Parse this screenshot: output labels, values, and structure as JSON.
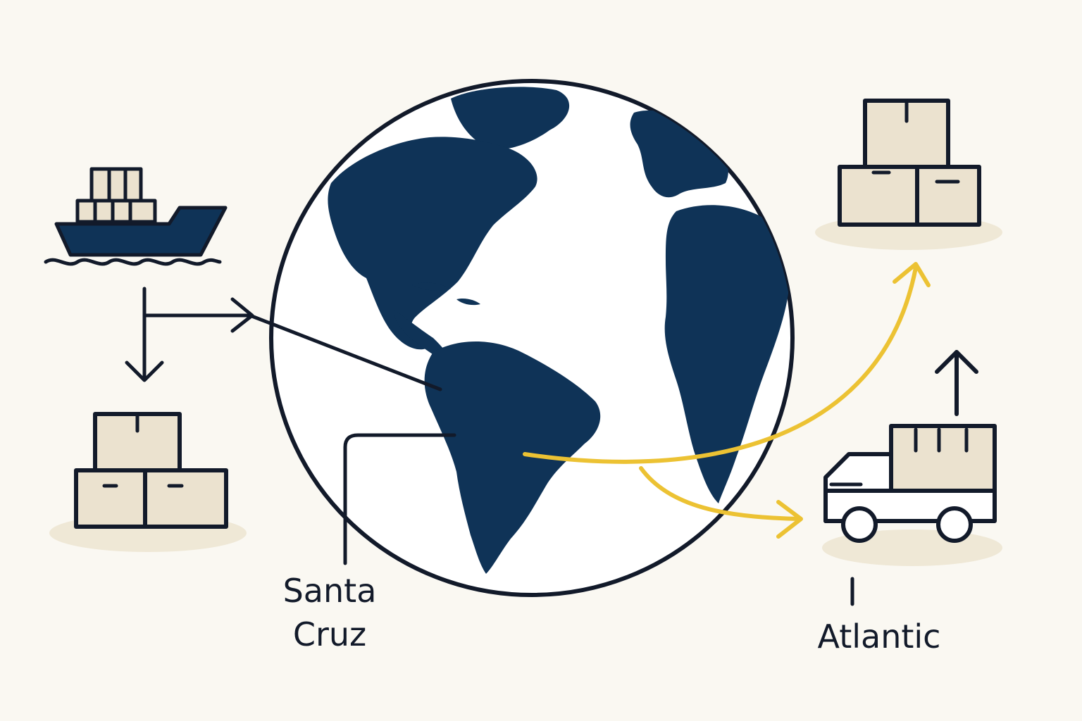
{
  "labels": {
    "santa_cruz_line1": "Santa",
    "santa_cruz_line2": "Cruz",
    "atlantic": "Atlantic"
  },
  "colors": {
    "background": "#faf8f2",
    "navy": "#0f3357",
    "outline": "#121a2a",
    "box_fill": "#ebe2cf",
    "shadow": "#efe8d6",
    "route_yellow": "#ecc233"
  },
  "icons": {
    "ship": "cargo-ship-icon",
    "boxes_left": "stacked-boxes-icon",
    "boxes_right": "stacked-boxes-icon",
    "truck": "delivery-truck-icon",
    "globe": "globe-icon"
  }
}
